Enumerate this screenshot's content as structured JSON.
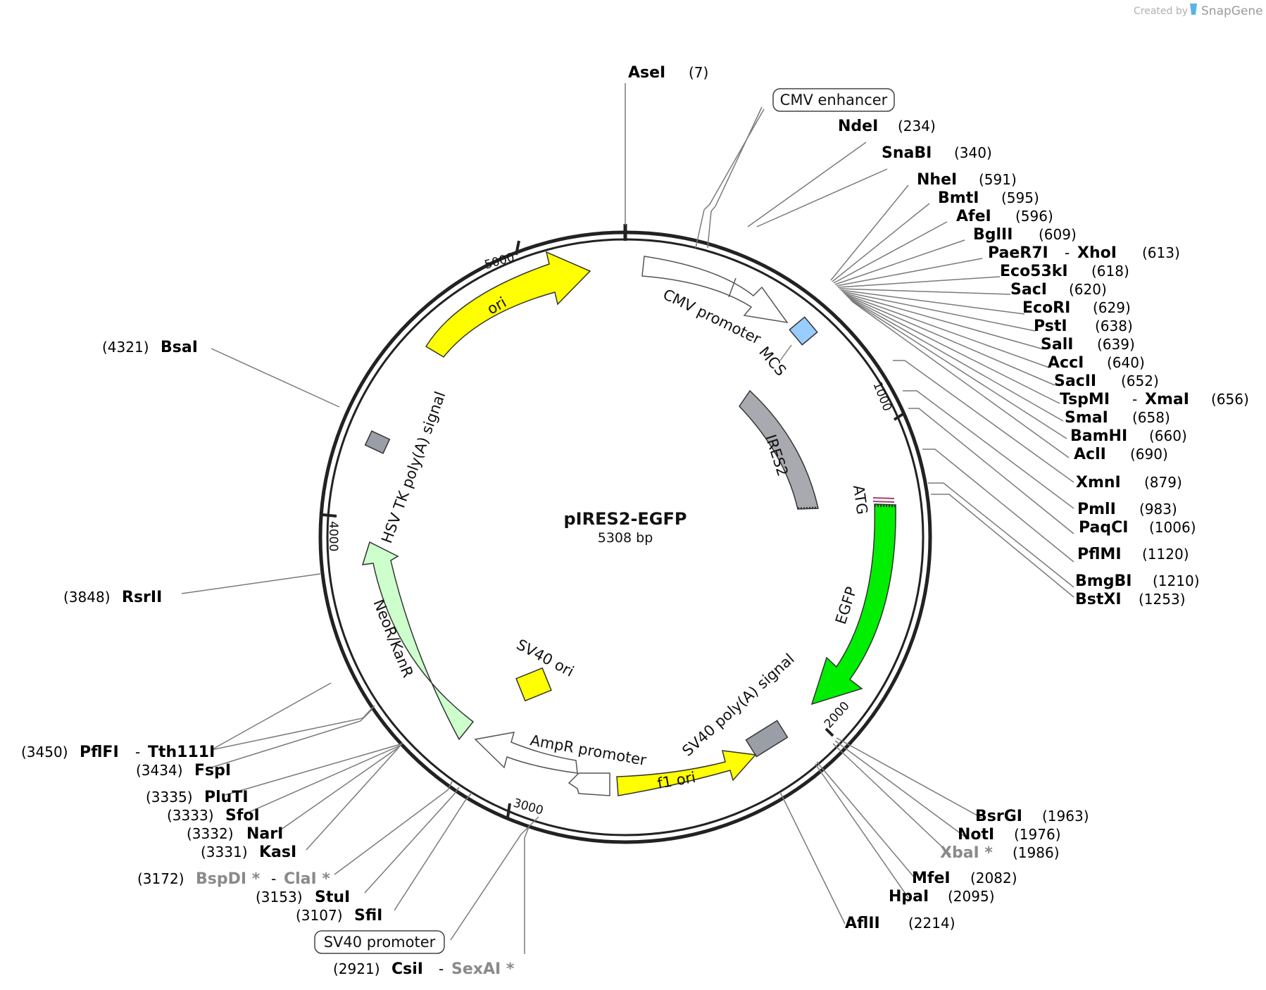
{
  "credit": {
    "prefix": "Created by",
    "brand": "SnapGene"
  },
  "plasmid": {
    "name": "pIRES2-EGFP",
    "length": "5308 bp"
  },
  "tick_labels": [
    "5000",
    "1000",
    "2000",
    "3000",
    "4000"
  ],
  "boxed_labels": {
    "cmv_enhancer": "CMV enhancer",
    "sv40_promoter": "SV40 promoter"
  },
  "features": {
    "ori": "ori",
    "cmv_promoter": "CMV promoter",
    "mcs": "MCS",
    "ires2": "IRES2",
    "atg": "ATG",
    "egfp": "EGFP",
    "sv40_polya": "SV40 poly(A) signal",
    "f1_ori": "f1 ori",
    "ampr_promoter": "AmpR promoter",
    "sv40_ori": "SV40 ori",
    "neor_kanr": "NeoR/KanR",
    "hsv_tk_polya": "HSV TK poly(A) signal"
  },
  "feature_colors": {
    "ori": "#ffff00",
    "egfp": "#00ee00",
    "neor_kanr": "#ccffcc",
    "mcs": "#99ccff",
    "ires2": "#a8aab0",
    "signal": "#9a9ea6",
    "outline_arrow": "#ffffff"
  },
  "enzymes_right": [
    {
      "name": "AseI",
      "pos": "(7)"
    },
    {
      "name": "NdeI",
      "pos": "(234)"
    },
    {
      "name": "SnaBI",
      "pos": "(340)"
    },
    {
      "name": "NheI",
      "pos": "(591)"
    },
    {
      "name": "BmtI",
      "pos": "(595)"
    },
    {
      "name": "AfeI",
      "pos": "(596)"
    },
    {
      "name": "BglII",
      "pos": "(609)"
    },
    {
      "name": "PaeR7I",
      "sep": "-",
      "name2": "XhoI",
      "pos": "(613)"
    },
    {
      "name": "Eco53kI",
      "pos": "(618)"
    },
    {
      "name": "SacI",
      "pos": "(620)"
    },
    {
      "name": "EcoRI",
      "pos": "(629)"
    },
    {
      "name": "PstI",
      "pos": "(638)"
    },
    {
      "name": "SalI",
      "pos": "(639)"
    },
    {
      "name": "AccI",
      "pos": "(640)"
    },
    {
      "name": "SacII",
      "pos": "(652)"
    },
    {
      "name": "TspMI",
      "sep": "-",
      "name2": "XmaI",
      "pos": "(656)"
    },
    {
      "name": "SmaI",
      "pos": "(658)"
    },
    {
      "name": "BamHI",
      "pos": "(660)"
    },
    {
      "name": "AclI",
      "pos": "(690)"
    },
    {
      "name": "XmnI",
      "pos": "(879)"
    },
    {
      "name": "PmlI",
      "pos": "(983)"
    },
    {
      "name": "PaqCI",
      "pos": "(1006)"
    },
    {
      "name": "PflMI",
      "pos": "(1120)"
    },
    {
      "name": "BmgBI",
      "pos": "(1210)"
    },
    {
      "name": "BstXI",
      "pos": "(1253)"
    },
    {
      "name": "BsrGI",
      "pos": "(1963)"
    },
    {
      "name": "NotI",
      "pos": "(1976)"
    },
    {
      "name": "XbaI *",
      "pos": "(1986)",
      "gray": true
    },
    {
      "name": "MfeI",
      "pos": "(2082)"
    },
    {
      "name": "HpaI",
      "pos": "(2095)"
    },
    {
      "name": "AflII",
      "pos": "(2214)"
    }
  ],
  "enzymes_left": [
    {
      "name": "BsaI",
      "pos": "(4321)"
    },
    {
      "name": "RsrII",
      "pos": "(3848)"
    },
    {
      "name": "PflFI",
      "sep": "-",
      "name2": "Tth111I",
      "pos": "(3450)"
    },
    {
      "name": "FspI",
      "pos": "(3434)"
    },
    {
      "name": "PluTI",
      "pos": "(3335)"
    },
    {
      "name": "SfoI",
      "pos": "(3333)"
    },
    {
      "name": "NarI",
      "pos": "(3332)"
    },
    {
      "name": "KasI",
      "pos": "(3331)"
    },
    {
      "name": "BspDI *",
      "sep": "-",
      "name2": "ClaI *",
      "pos": "(3172)",
      "gray": true
    },
    {
      "name": "StuI",
      "pos": "(3153)"
    },
    {
      "name": "SfiI",
      "pos": "(3107)"
    },
    {
      "name": "CsiI",
      "sep": "-",
      "name2": "SexAI *",
      "pos": "(2921)",
      "gray2": true
    }
  ]
}
